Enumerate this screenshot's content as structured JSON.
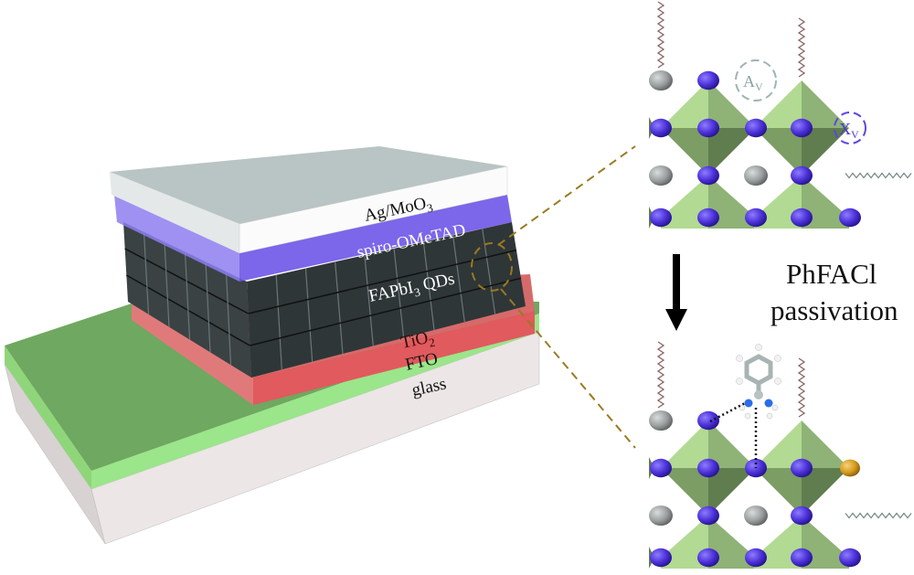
{
  "device": {
    "layers": [
      {
        "id": "ag",
        "text": "Ag/MoO",
        "sub": "3"
      },
      {
        "id": "spiro",
        "text": "spiro-OMeTAD",
        "sub": ""
      },
      {
        "id": "qd",
        "text": "FAPbI",
        "sub": "3",
        "tail": " QDs"
      },
      {
        "id": "tio2",
        "text": "TiO",
        "sub": "2"
      },
      {
        "id": "fto",
        "text": "FTO",
        "sub": ""
      },
      {
        "id": "glass",
        "text": "glass",
        "sub": ""
      }
    ]
  },
  "structure": {
    "a_vacancy": {
      "text": "A",
      "sub": "V"
    },
    "x_vacancy": {
      "text": "X",
      "sub": "V"
    },
    "process_line1": "PhFACl",
    "process_line2": "passivation"
  },
  "colors": {
    "ag": "#b9c4c4",
    "spiro": "#6e55e8",
    "qd": "#2f3638",
    "tio2": "#e05a5e",
    "fto": "#8fd67a",
    "glass": "#e9e3e3",
    "halide": "#4a2fd6",
    "cation": "#9a9e9e",
    "octa_light": "#a9d18a",
    "octa_dark": "#5f7d4e",
    "leader": "#9a7a20",
    "cl": "#d49a1e"
  }
}
